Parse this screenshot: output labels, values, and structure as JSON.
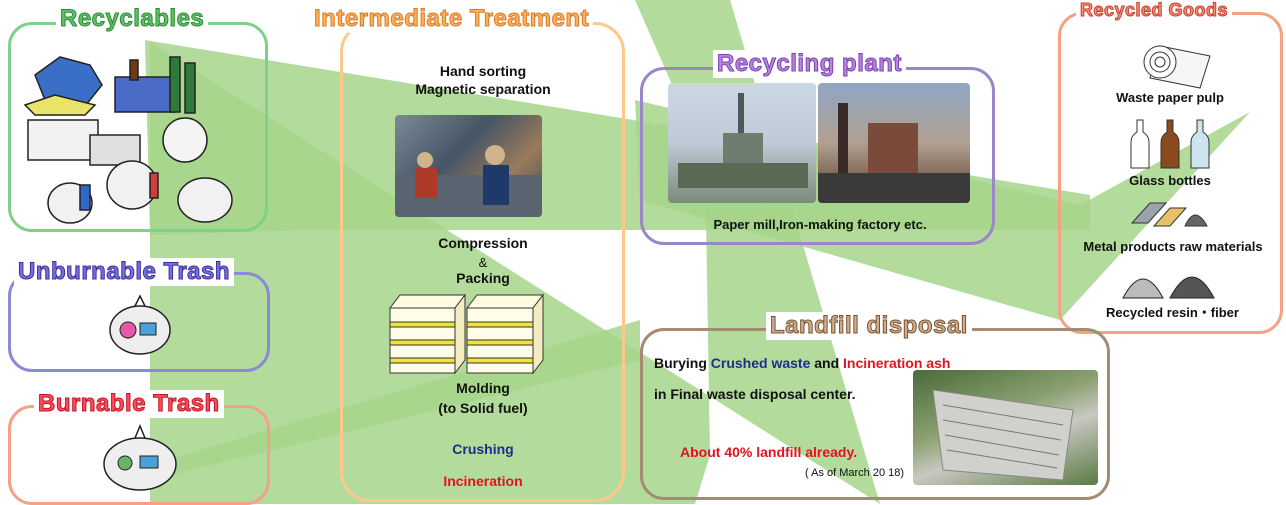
{
  "sections": {
    "recyclables": "Recyclables",
    "unburnable": "Unburnable Trash",
    "burnable": "Burnable Trash",
    "intermediate": "Intermediate Treatment",
    "plant": "Recycling plant",
    "goods": "Recycled Goods",
    "landfill": "Landfill disposal"
  },
  "treatment": {
    "sorting_1": "Hand sorting",
    "sorting_2": "Magnetic separation",
    "compression": "Compression",
    "amp": "&",
    "packing": "Packing",
    "molding": "Molding",
    "molding_sub": "(to Solid fuel)",
    "crushing": "Crushing",
    "incineration": "Incineration"
  },
  "plant": {
    "caption": "Paper mill,Iron-making factory etc."
  },
  "goods": {
    "pulp": "Waste paper pulp",
    "glass": "Glass bottles",
    "metal": "Metal products raw materials",
    "resin": "Recycled resin・fiber"
  },
  "landfill": {
    "line1_a": "Burying ",
    "line1_b": "Crushed waste",
    "line1_c": " and ",
    "line1_d": "Incineration ash",
    "line2": "in Final waste disposal center.",
    "percent": "About 40% landfill already.",
    "asof": "( As of March 20 18)"
  },
  "colors": {
    "flow": "#a6d58a",
    "crushing": "#1f2d8a",
    "incineration": "#e0141e"
  }
}
